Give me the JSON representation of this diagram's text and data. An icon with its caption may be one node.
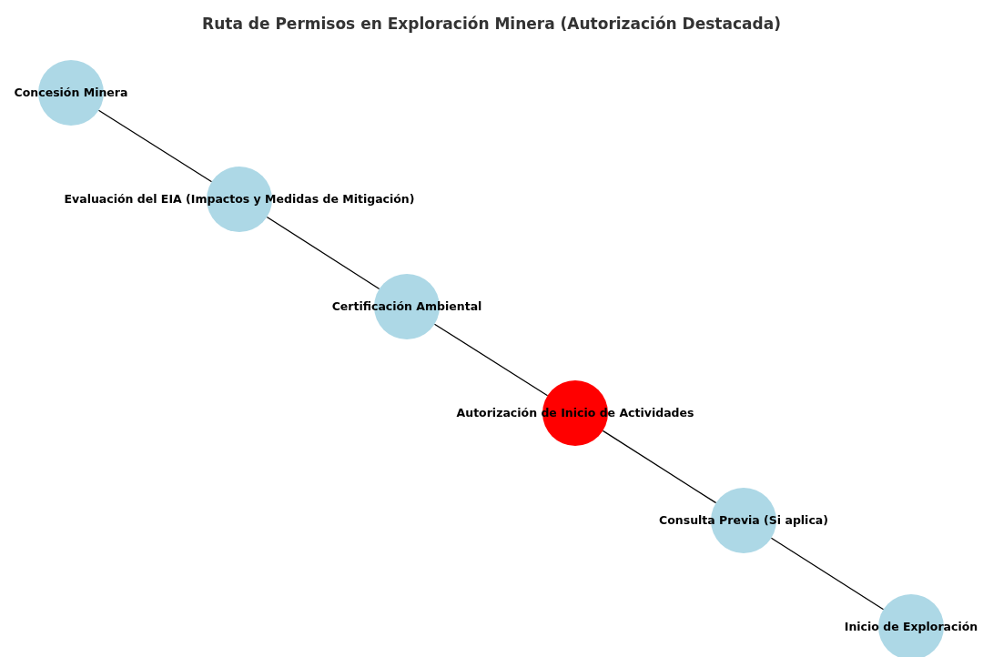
{
  "diagram": {
    "title": "Ruta de Permisos en Exploración Minera (Autorización Destacada)",
    "nodes": [
      {
        "text": [
          "Concesión Minera"
        ]
      },
      {
        "text": [
          "Evaluación del EIA (Impactos y Medidas de Mitigación)"
        ]
      },
      {
        "text": [
          "Certificación Ambiental"
        ]
      },
      {
        "text": [
          "Autorización de Inicio de Actividades"
        ]
      },
      {
        "text": [
          "Consulta Previa (Si aplica)"
        ]
      },
      {
        "text": [
          "Inicio de Exploración"
        ]
      }
    ],
    "edges": [
      {
        "from": 0,
        "to": 1,
        "arrow": "none"
      },
      {
        "from": 1,
        "to": 2,
        "arrow": "none"
      },
      {
        "from": 2,
        "to": 3,
        "arrow": "none"
      },
      {
        "from": 3,
        "to": 4,
        "arrow": "none"
      },
      {
        "from": 4,
        "to": 5,
        "arrow": "none"
      }
    ]
  }
}
